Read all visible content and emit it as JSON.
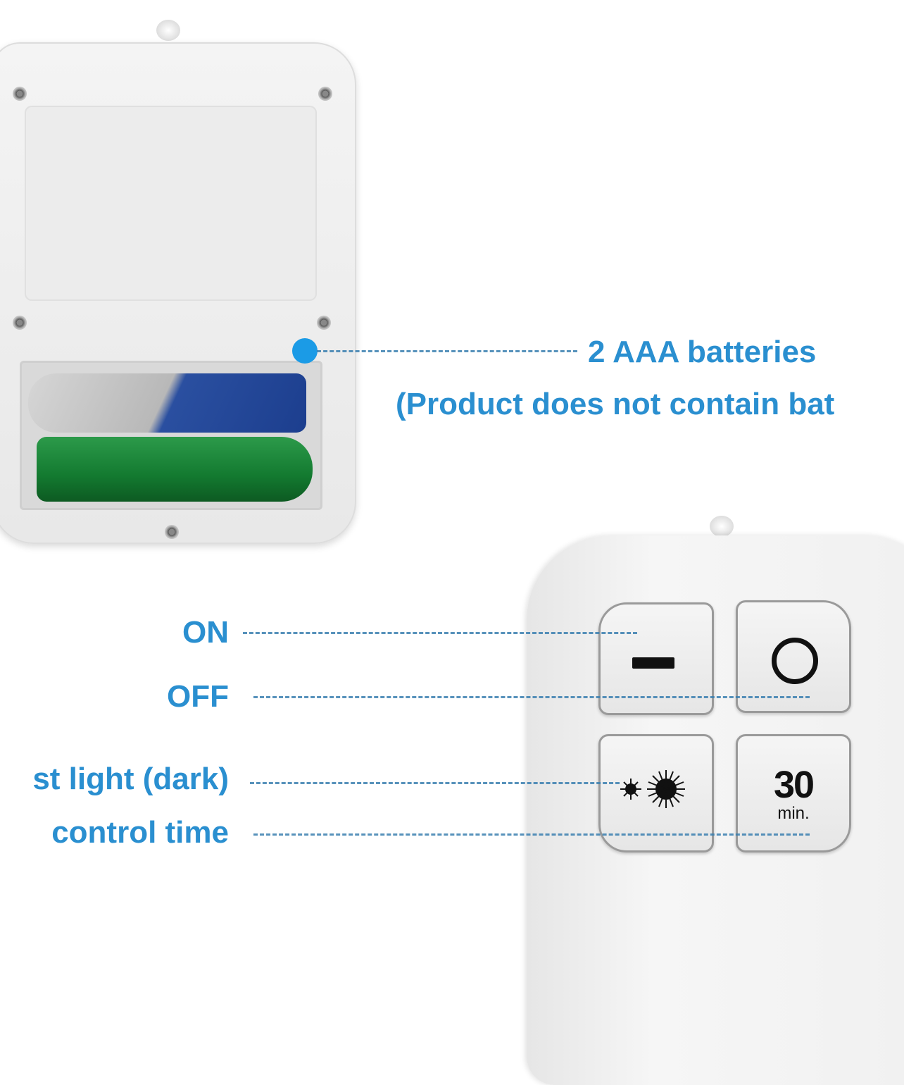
{
  "callouts": {
    "batteries": "2 AAA batteries",
    "batteries_note": "(Product does not contain bat",
    "on": "ON",
    "off": "OFF",
    "adjust_light": "st light (dark)",
    "control_time": "control time"
  },
  "remote_buttons": {
    "on_symbol": "minus-bar-icon",
    "off_symbol": "circle-icon",
    "light_symbol": "sun-dim-bright-icon",
    "timer_value": "30",
    "timer_unit": "min."
  },
  "colors": {
    "accent": "#2a8fd0",
    "dot": "#1b9be6"
  }
}
